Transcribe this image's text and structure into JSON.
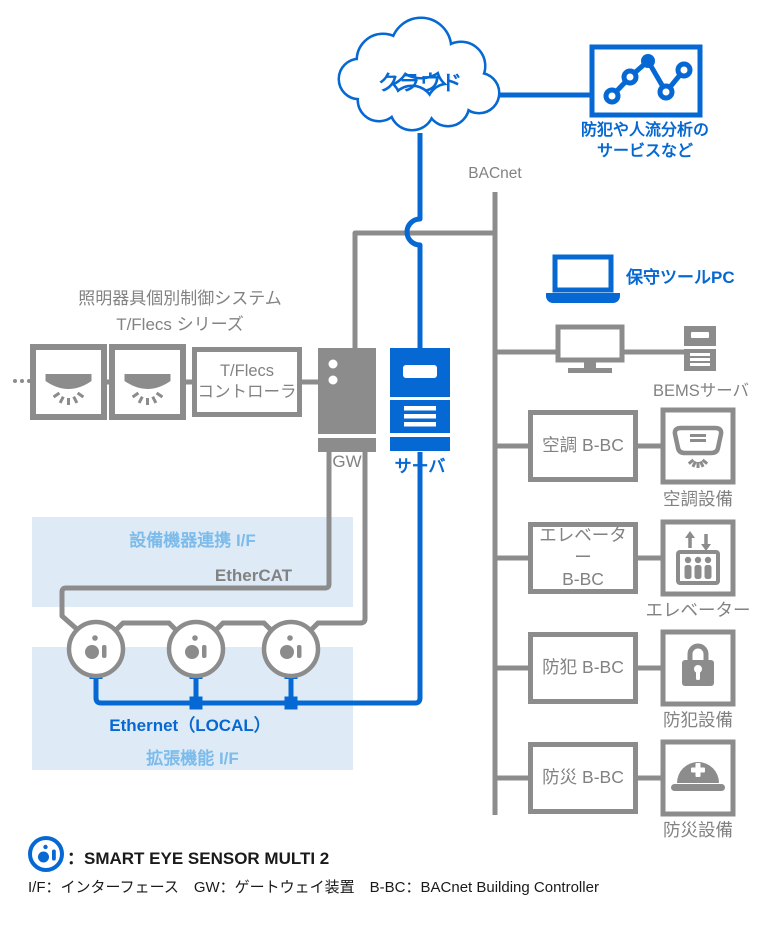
{
  "colors": {
    "blue": "#0668D2",
    "gray_shape": "#8C8C8C",
    "gray_text": "#828282",
    "band": "#DEEBF7",
    "band_text": "#7DBCEA"
  },
  "cloud": {
    "label": "クラウド"
  },
  "analytics": {
    "label": "防犯や人流分析の\nサービスなど"
  },
  "network": {
    "bacnet": "BACnet",
    "ethercat": "EtherCAT",
    "ethernet": "Ethernet（LOCAL）"
  },
  "maintenance_pc": {
    "label": "保守ツールPC"
  },
  "bems": {
    "label": "BEMSサーバ"
  },
  "lighting": {
    "title": "照明器具個別制御システム\nT/Flecs シリーズ",
    "controller": "T/Flecs\nコントローラ",
    "continuation": "…"
  },
  "gateway": {
    "label": "GW"
  },
  "server": {
    "label": "サーバ"
  },
  "interfaces": {
    "upper": "設備機器連携 I/F",
    "lower": "拡張機能 I/F"
  },
  "bbc_rows": [
    {
      "label": "空調 B-BC",
      "equipment": "空調設備"
    },
    {
      "label": "エレベーター\nB-BC",
      "equipment": "エレベーター"
    },
    {
      "label": "防犯 B-BC",
      "equipment": "防犯設備"
    },
    {
      "label": "防災 B-BC",
      "equipment": "防災設備"
    }
  ],
  "legend": {
    "sensor_label": "：SMART EYE SENSOR MULTI 2",
    "abbreviations": "I/F：インターフェース　GW：ゲートウェイ装置　B-BC：BACnet Building Controller"
  }
}
